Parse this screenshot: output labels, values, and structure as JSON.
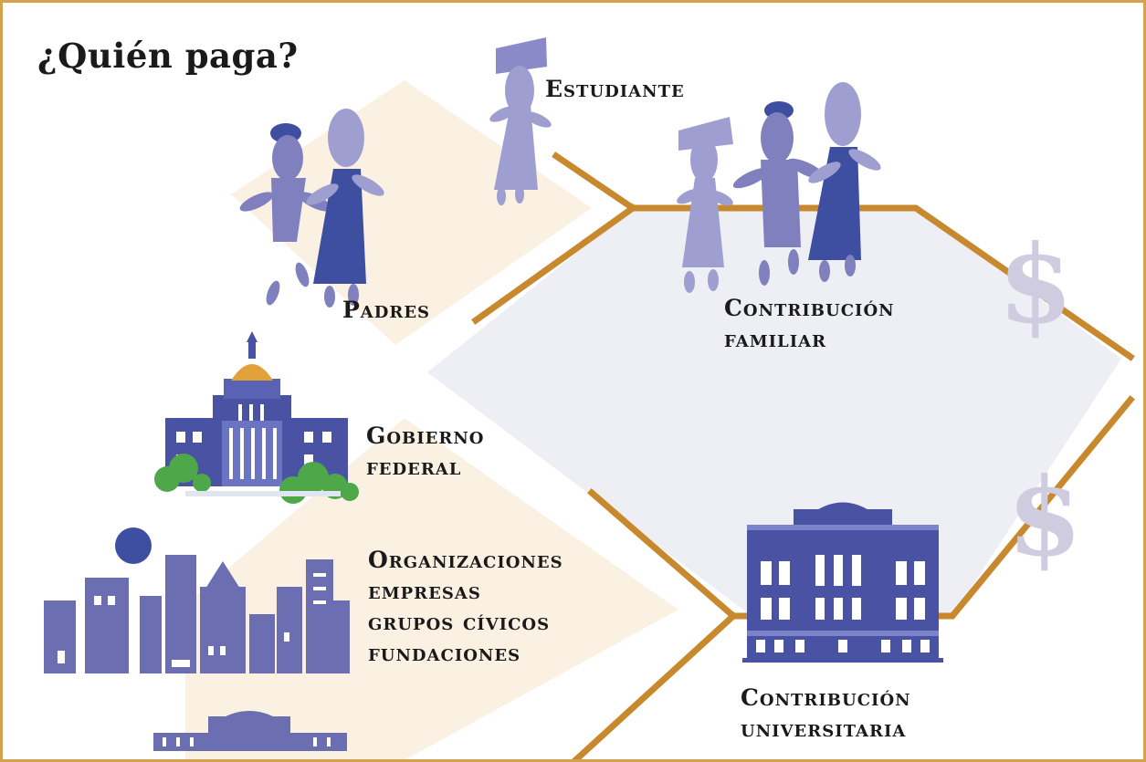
{
  "title": "¿Quién paga?",
  "labels": {
    "estudiante": "Estudiante",
    "padres": "Padres",
    "contribucion_familiar": [
      "Contribución",
      "familiar"
    ],
    "gobierno_federal": [
      "Gobierno",
      "federal"
    ],
    "organizaciones": [
      "Organizaciones",
      "empresas",
      "grupos cívicos",
      "fundaciones"
    ],
    "contribucion_universitaria": [
      "Contribución",
      "universitaria"
    ]
  },
  "symbols": {
    "currency": "$"
  },
  "colors": {
    "border": "#d3a24f",
    "connector": "#c8892e",
    "figure_light": "#9e9ed0",
    "figure_dark": "#3e4ea0",
    "building": "#4a53a3",
    "skyline": "#6b6fb2",
    "dome": "#e0a03a",
    "tree": "#4ea84a",
    "diamond_beige": "#fbf1e3",
    "diamond_gray": "#eeeef5",
    "dollar": "#cfcce0"
  },
  "icons": [
    "student-icon",
    "parents-icon",
    "family-icon",
    "capitol-icon",
    "skyline-icon",
    "university-icon"
  ]
}
